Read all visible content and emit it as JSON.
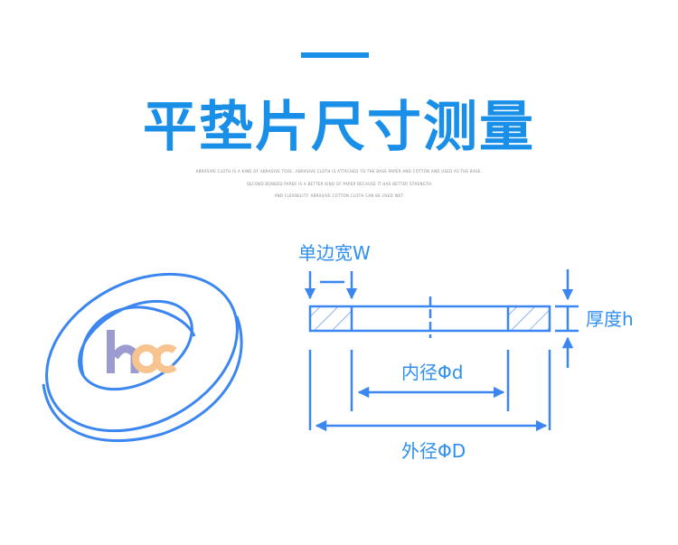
{
  "title": "平垫片尺寸测量",
  "subtitle_lines": [
    "ABRASIVE CLOTH IS A KIND OF ABRASIVE TOOL. ABRASIVE CLOTH IS ATTACHED TO THE BASE PAPER AND COTTON AND USED AS THE BASE.",
    "SECOND BONDED PAPER IS A BETTER KIND OF PAPER BECAUSE IT HAS BETTER STRENGTH",
    "AND FLEXIBILITY. ABRASIVE COTTON CLOTH CAN BE USED WET"
  ],
  "logo_text": "hoc",
  "labels": {
    "width": "单边宽W",
    "thickness": "厚度h",
    "inner": "内径Φd",
    "outer": "外径ΦD"
  },
  "colors": {
    "title": "#1a8fe8",
    "line": "#3b86f0",
    "logo_h": "#9b9bcf",
    "logo_oc": "#f7c48f"
  }
}
